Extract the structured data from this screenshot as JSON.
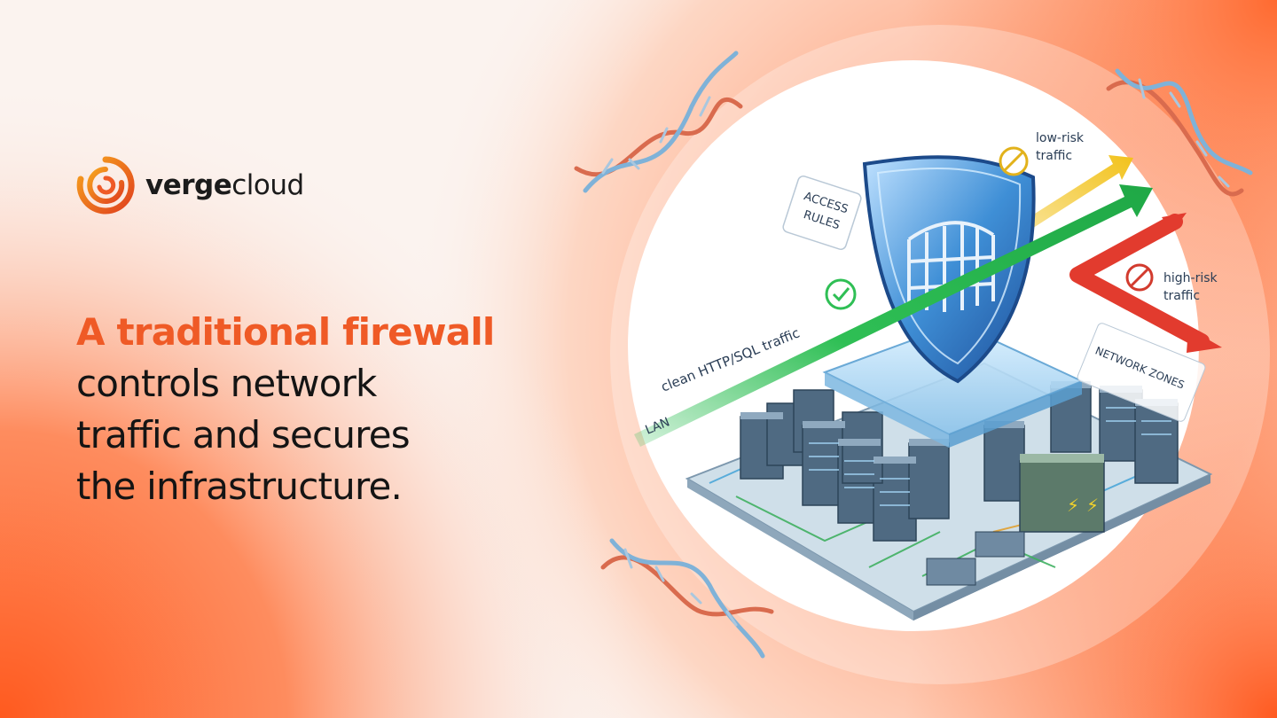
{
  "brand": {
    "name_bold": "verge",
    "name_rest": "cloud",
    "logo_icon": "concentric-swirl-logo",
    "accent_color": "#ef5a26"
  },
  "headline": {
    "accent": "A traditional firewall",
    "rest_lines": [
      "controls network",
      "traffic and secures",
      "the infrastructure."
    ]
  },
  "illustration": {
    "label_access": [
      "ACCESS",
      "RULES"
    ],
    "label_lan": "LAN",
    "label_clean": "clean HTTP/SQL traffic",
    "label_low": [
      "low-risk",
      "traffic"
    ],
    "label_high": [
      "high-risk",
      "traffic"
    ],
    "label_zones": "NETWORK ZONES",
    "colors": {
      "green_flow": "#2fbf55",
      "yellow_flow": "#f2c21b",
      "red_flow": "#e23b2e",
      "shield": "#3f8fd6",
      "platform": "#9fb4c8"
    }
  }
}
